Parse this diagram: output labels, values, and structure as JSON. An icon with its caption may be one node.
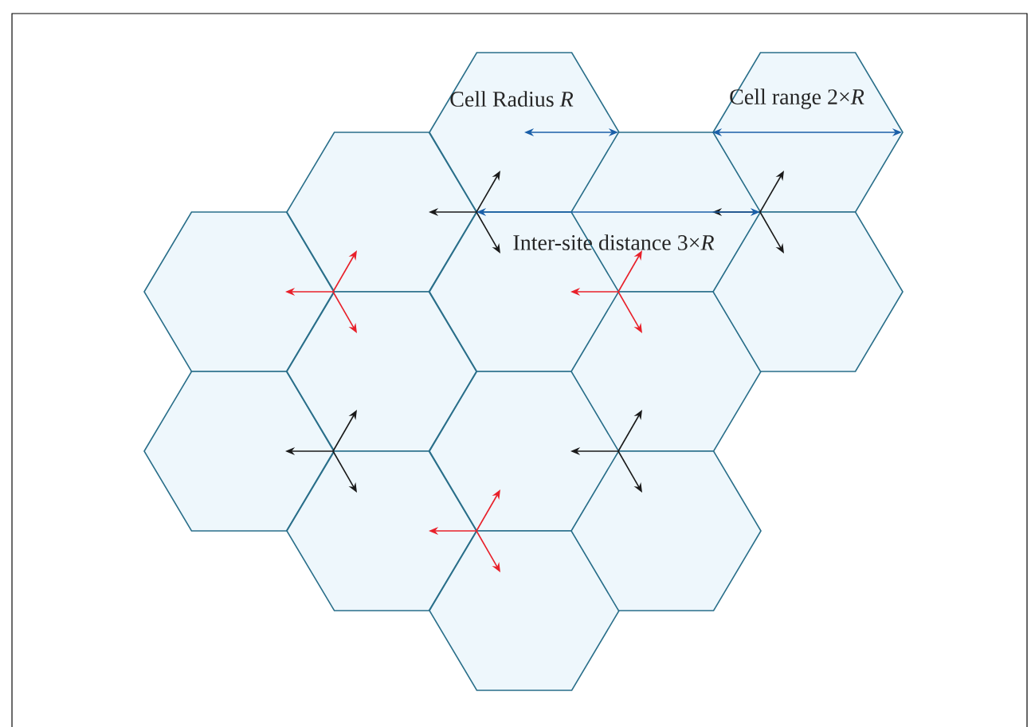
{
  "diagram": {
    "labels": [
      "Cell Radius *R*",
      "Cell range 2×*R*",
      "Inter-site distance 3×*R*"
    ]
  }
}
